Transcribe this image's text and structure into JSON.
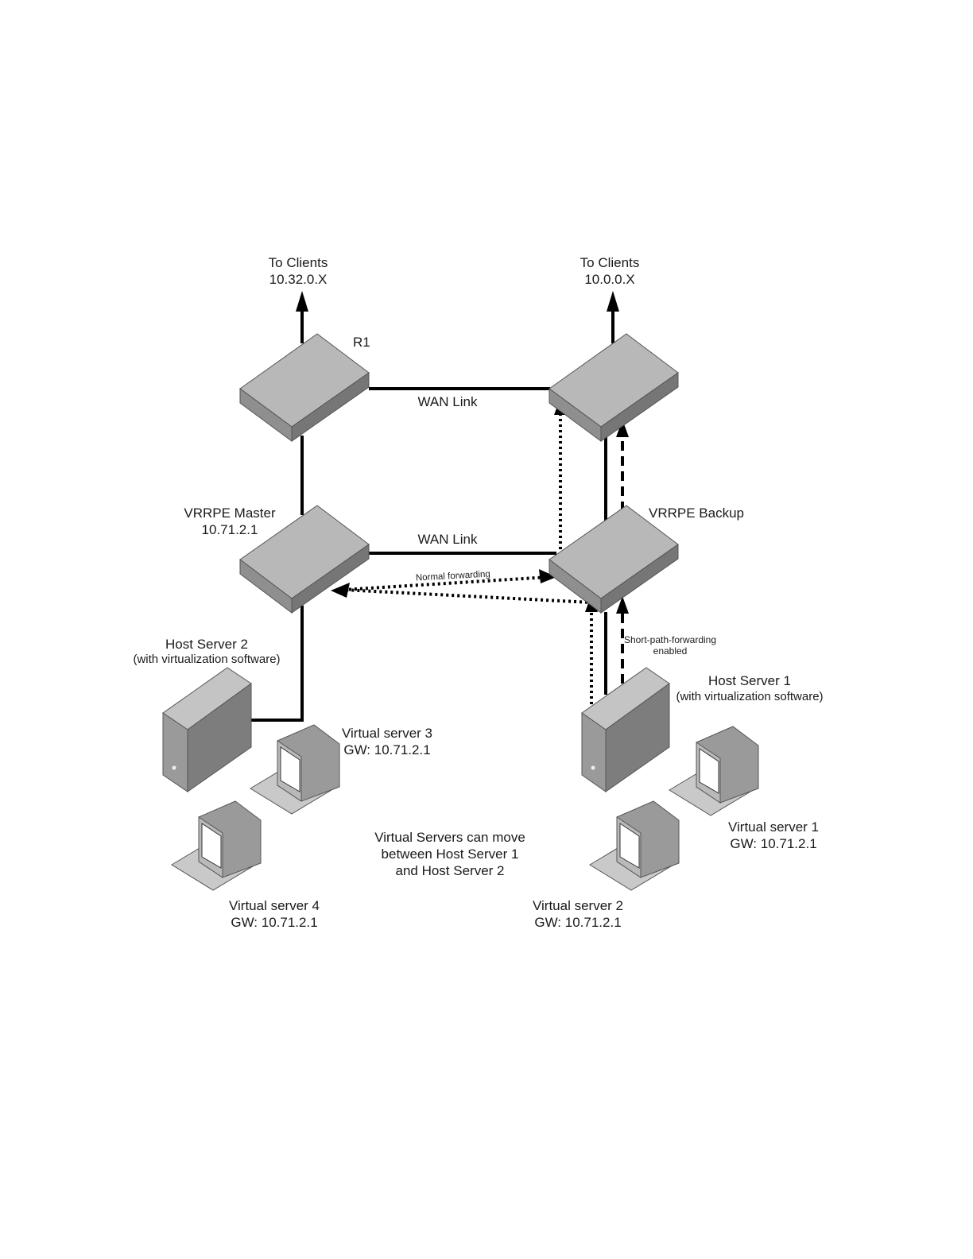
{
  "labels": {
    "to_clients_left": {
      "line1": "To Clients",
      "line2": "10.32.0.X"
    },
    "to_clients_right": {
      "line1": "To Clients",
      "line2": "10.0.0.X"
    },
    "r1": "R1",
    "wan_link_top": "WAN Link",
    "wan_link_bottom": "WAN Link",
    "vrrpe_master": {
      "line1": "VRRPE Master",
      "line2": "10.71.2.1"
    },
    "vrrpe_backup": "VRRPE Backup",
    "normal_forwarding": "Normal forwarding",
    "short_path": {
      "line1": "Short-path-forwarding",
      "line2": "enabled"
    },
    "host_server_2": {
      "line1": "Host Server 2",
      "line2": "(with virtualization software)"
    },
    "host_server_1": {
      "line1": "Host Server 1",
      "line2": "(with virtualization software)"
    },
    "virtual_server_3": {
      "line1": "Virtual server 3",
      "line2": "GW: 10.71.2.1"
    },
    "virtual_server_4": {
      "line1": "Virtual server 4",
      "line2": "GW: 10.71.2.1"
    },
    "virtual_server_1": {
      "line1": "Virtual server 1",
      "line2": "GW: 10.71.2.1"
    },
    "virtual_server_2": {
      "line1": "Virtual server 2",
      "line2": "GW: 10.71.2.1"
    },
    "note": {
      "line1": "Virtual Servers can move",
      "line2": "between Host Server 1",
      "line3": "and Host Server 2"
    }
  },
  "colors": {
    "device_top": "#b8b8b8",
    "device_left": "#8f8f8f",
    "device_right": "#767676",
    "line": "#000000",
    "text": "#1a1a1a"
  }
}
